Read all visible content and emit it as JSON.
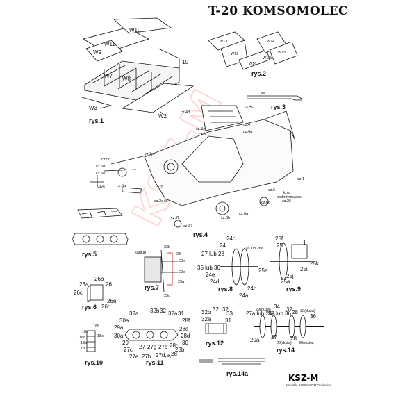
{
  "title": "T-20 KOMSOMOLEC",
  "logo": "KSZ-M",
  "logo_sub": "Modelik, 1998 KSZ-M Opalenica",
  "watermark": "KSZ-M",
  "captions": {
    "rys1": "rys.1",
    "rys2": "rys.2",
    "rys3": "rys.3",
    "rys4": "rys.4",
    "rys5": "rys.5",
    "rys6": "rys.6",
    "rys7": "rys.7",
    "rys8": "rys.8",
    "rys9": "rys.9",
    "rys10": "rys.10",
    "rys11": "rys.11",
    "rys12": "rys.12",
    "rys14": "rys.14",
    "rys14a": "rys.14a"
  },
  "labels": {
    "w10": "W10",
    "w11": "W11",
    "w9": "W9",
    "w7": "W7",
    "w8": "W8",
    "w3": "W3",
    "w2": "W2",
    "n10": "10",
    "w13": "W13",
    "w12": "W12",
    "w14": "W14",
    "w15": "W15",
    "w16": "W16",
    "w12b": "W12b",
    "cz4c": "cz.4c",
    "cz4d": "cz.4d",
    "cz4a": "cz.4a",
    "cz4": "cz.4",
    "cz3": "cz.3",
    "cz3e": "cz.3e",
    "cz7p": "cz.7p",
    "cz5c": "cz.5c",
    "cz5d": "cz.5d",
    "cz5e": "cz.5e",
    "cz5g": "cz.5g",
    "wz5": "Wz5",
    "cz5a": "cz.5a",
    "cz2": "cz.2",
    "cz2ab": "cz.2a+b",
    "cz1": "cz.1",
    "cz6": "cz.6",
    "cz6b": "cz.6b",
    "cz6a": "cz.6a",
    "cz6c": "cz.6c",
    "cz7l": "cz.7l",
    "cz37": "cz.37",
    "kola": "koła",
    "kola2": "podtrzymujące -",
    "kola3": "cz.26",
    "n24c": "24c",
    "n24": "24",
    "n27a": "27a lub 26a",
    "n27": "27 lub 28",
    "n35": "35 lub 36",
    "n24e": "24e",
    "n24d": "24d",
    "n24b": "24b",
    "n24a": "24a",
    "n25f": "25f",
    "n25": "25",
    "n25e": "25e",
    "n25i": "25i",
    "n25j": "25j",
    "n25k": "25k",
    "n25a": "25a",
    "n1": "1",
    "n26a": "26a",
    "n26b": "26b",
    "n26": "26",
    "n26c": "26c",
    "n26e": "26e",
    "n26d": "26d",
    "kadlub": "kadłub",
    "n23b": "23b",
    "n23": "23",
    "n23a": "23a",
    "n23c": "23c",
    "n23d": "23d",
    "n23e": "23e",
    "n32a": "32a",
    "n32b": "32b",
    "n32": "32",
    "n31": "31",
    "n30a": "30a",
    "n29a": "29a",
    "n29": "29",
    "n28f": "28f",
    "n28e": "28e",
    "n28d": "28d",
    "n28c": "28c",
    "n28b": "28b",
    "n28": "28",
    "n30": "30",
    "n27c": "27c",
    "n27g": "27g",
    "n27d": "27d,e,f",
    "n27e": "27e",
    "n27b": "27b",
    "n27n": "27",
    "n33": "33",
    "n34": "34",
    "n36": "36",
    "n29big": "29(duża)",
    "n30big": "30(duża)",
    "n18f": "18f",
    "n18e": "18e",
    "n18d": "18d",
    "n18c": "18c",
    "n18b": "18b",
    "n18": "18"
  }
}
